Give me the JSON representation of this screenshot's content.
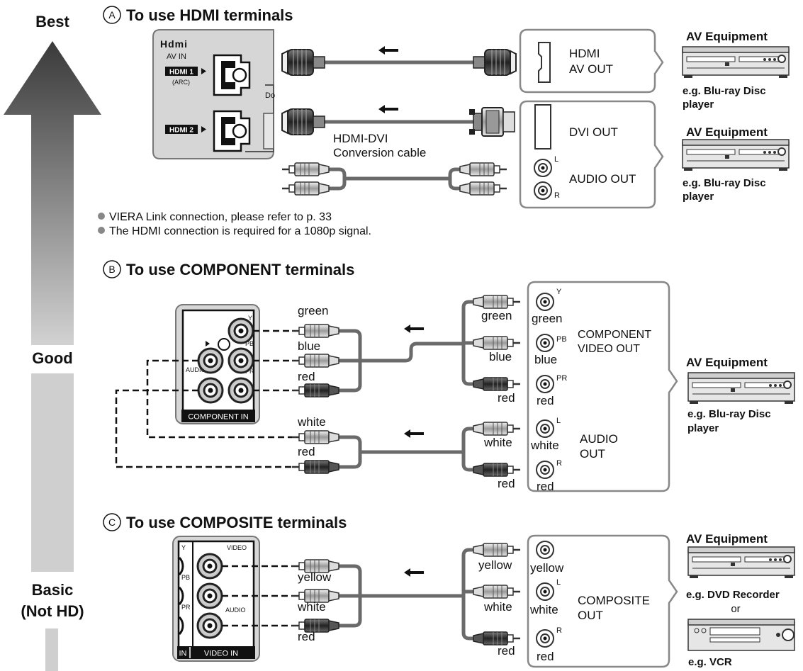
{
  "quality_scale": {
    "best": "Best",
    "good": "Good",
    "basic_line1": "Basic",
    "basic_line2": "(Not HD)"
  },
  "section_a": {
    "marker": "A",
    "title": "To use HDMI terminals",
    "tv_panel": {
      "logo": "Hdmi",
      "av_in": "AV IN",
      "hdmi1": "HDMI 1",
      "arc": "(ARC)",
      "hdmi2": "HDMI 2",
      "side_fragment": "Do"
    },
    "cable_label_line1": "HDMI-DVI",
    "cable_label_line2": "Conversion cable",
    "box1": {
      "line1": "HDMI",
      "line2": "AV OUT"
    },
    "box2": {
      "dvi": "DVI OUT",
      "audio": "AUDIO OUT",
      "l": "L",
      "r": "R"
    },
    "equipment": [
      {
        "heading": "AV Equipment",
        "sub1": "e.g. Blu-ray Disc",
        "sub2": "player"
      },
      {
        "heading": "AV Equipment",
        "sub1": "e.g. Blu-ray Disc",
        "sub2": "player"
      }
    ],
    "notes": [
      "VIERA Link connection, please refer to p. 33",
      "The HDMI connection is required for a 1080p signal."
    ]
  },
  "section_b": {
    "marker": "B",
    "title": "To use COMPONENT terminals",
    "tv_panel": {
      "y": "Y",
      "pb": "PB",
      "pr": "PR",
      "audio": "AUDIO",
      "caption": "COMPONENT IN"
    },
    "left_labels": [
      "green",
      "blue",
      "red",
      "white",
      "red"
    ],
    "right_labels": [
      "green",
      "blue",
      "red",
      "white",
      "red"
    ],
    "box_labels": [
      "green",
      "blue",
      "red",
      "white",
      "red"
    ],
    "jack_marks": {
      "y": "Y",
      "pb": "PB",
      "pr": "PR",
      "l": "L",
      "r": "R"
    },
    "box": {
      "video_line1": "COMPONENT",
      "video_line2": "VIDEO OUT",
      "audio_line1": "AUDIO",
      "audio_line2": "OUT"
    },
    "equipment": {
      "heading": "AV Equipment",
      "sub1": "e.g. Blu-ray Disc",
      "sub2": "player"
    }
  },
  "section_c": {
    "marker": "C",
    "title": "To use COMPOSITE terminals",
    "tv_panel": {
      "video": "VIDEO",
      "audio": "AUDIO",
      "y": "Y",
      "pb": "PB",
      "pr": "PR",
      "caption_in": "IN",
      "caption": "VIDEO IN"
    },
    "left_labels": [
      "yellow",
      "white",
      "red"
    ],
    "right_labels": [
      "yellow",
      "white",
      "red"
    ],
    "box_labels": [
      "yellow",
      "white",
      "red"
    ],
    "jack_marks": {
      "l": "L",
      "r": "R"
    },
    "box": {
      "line1": "COMPOSITE",
      "line2": "OUT"
    },
    "equipment": {
      "heading": "AV Equipment",
      "sub1": "e.g. DVD Recorder",
      "or": "or",
      "sub2": "e.g. VCR"
    }
  },
  "colors": {
    "arrow_dark": "#3a3a3a",
    "arrow_light": "#cfcfcf",
    "panel": "#d6d6d6",
    "cable": "#6a6a6a"
  }
}
